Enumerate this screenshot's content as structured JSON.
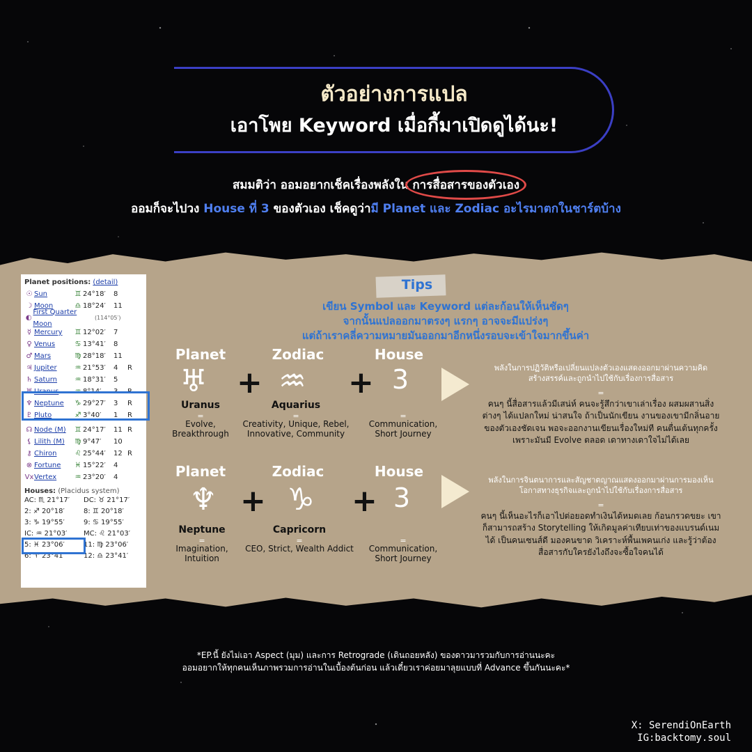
{
  "header": {
    "title_line1": "ตัวอย่างการแปล",
    "title_line2": "เอาโพย Keyword เมื่อกี้มาเปิดดูได้นะ!"
  },
  "intro": {
    "line1_a": "สมมติว่า ออมอยากเช็คเรื่องพลังใน ",
    "line1_circled": "การสื่อสารของตัวเอง",
    "line2_a": "ออมก็จะไปวง ",
    "line2_b": "House ที่ 3",
    "line2_c": " ของตัวเอง เช็คดูว่า",
    "line2_d": "มี Planet และ Zodiac อะไรมาตกในชาร์ตบ้าง"
  },
  "natal_chart": {
    "planets_title": "Planet positions:",
    "detail_link": "(detail)",
    "planets": [
      {
        "sym": "☉",
        "name": "Sun",
        "zs": "♊",
        "deg": "24°18′",
        "house": "8",
        "r": ""
      },
      {
        "sym": "☽",
        "name": "Moon",
        "zs": "♎",
        "deg": "18°24′",
        "house": "11",
        "r": ""
      },
      {
        "sym": "◐",
        "name": "First Quarter Moon",
        "zs": "",
        "deg": "(114°05′)",
        "house": "",
        "r": ""
      },
      {
        "sym": "☿",
        "name": "Mercury",
        "zs": "♊",
        "deg": "12°02′",
        "house": "7",
        "r": ""
      },
      {
        "sym": "♀",
        "name": "Venus",
        "zs": "♋",
        "deg": "13°41′",
        "house": "8",
        "r": ""
      },
      {
        "sym": "♂",
        "name": "Mars",
        "zs": "♍",
        "deg": "28°18′",
        "house": "11",
        "r": ""
      },
      {
        "sym": "♃",
        "name": "Jupiter",
        "zs": "♒",
        "deg": "21°53′",
        "house": "4",
        "r": "R"
      },
      {
        "sym": "♄",
        "name": "Saturn",
        "zs": "♒",
        "deg": "18°31′",
        "house": "5",
        "r": ""
      },
      {
        "sym": "♅",
        "name": "Uranus",
        "zs": "♒",
        "deg": "8°14′",
        "house": "3",
        "r": "R"
      },
      {
        "sym": "♆",
        "name": "Neptune",
        "zs": "♑",
        "deg": "29°27′",
        "house": "3",
        "r": "R"
      },
      {
        "sym": "♇",
        "name": "Pluto",
        "zs": "♐",
        "deg": "3°40′",
        "house": "1",
        "r": "R"
      },
      {
        "sym": "☊",
        "name": "Node (M)",
        "zs": "♊",
        "deg": "24°17′",
        "house": "11",
        "r": "R"
      },
      {
        "sym": "⚸",
        "name": "Lilith (M)",
        "zs": "♍",
        "deg": "9°47′",
        "house": "10",
        "r": ""
      },
      {
        "sym": "⚷",
        "name": "Chiron",
        "zs": "♌",
        "deg": "25°44′",
        "house": "12",
        "r": "R"
      },
      {
        "sym": "⊗",
        "name": "Fortune",
        "zs": "♓",
        "deg": "15°22′",
        "house": "4",
        "r": ""
      },
      {
        "sym": "Vx",
        "name": "Vertex",
        "zs": "♒",
        "deg": "23°20′",
        "house": "4",
        "r": ""
      }
    ],
    "houses_title": "Houses:",
    "houses_system": "(Placidus system)",
    "houses": [
      [
        "AC: ♏ 21°17′",
        "DC: ♉ 21°17′"
      ],
      [
        "2: ♐ 20°18′",
        "8: ♊ 20°18′"
      ],
      [
        "3: ♑ 19°55′",
        "9: ♋ 19°55′"
      ],
      [
        "IC: ♒ 21°03′",
        "MC: ♌ 21°03′"
      ],
      [
        "5: ♓ 23°06′",
        "11: ♍ 23°06′"
      ],
      [
        "6: ♈ 23°41′",
        "12: ♎ 23°41′"
      ]
    ]
  },
  "tips": {
    "label": "Tips",
    "line1": "เขียน Symbol และ Keyword แต่ละก้อนให้เห็นชัดๆ",
    "line2": "จากนั้นแปลออกมาตรงๆ แรกๆ อาจจะมีแปร่งๆ",
    "line3": "แต่ถ้าเราคลี่ความหมายมันออกมาอีกหนึ่งรอบจะเข้าใจมากขึ้นค่า"
  },
  "examples": [
    {
      "planet_label": "Planet",
      "zodiac_label": "Zodiac",
      "house_label": "House",
      "planet_symbol": "♅",
      "zodiac_symbol": "♒",
      "house_number": "3",
      "planet_name": "Uranus",
      "zodiac_name": "Aquarius",
      "eq": "=",
      "planet_kw": "Evolve,\nBreakthrough",
      "zodiac_kw": "Creativity, Unique, Rebel,\nInnovative, Community",
      "house_kw": "Communication,\nShort Journey",
      "meaning": "พลังในการปฏิวัติหรือเปลี่ยนแปลงตัวเองแสดงออกมาผ่านความคิดสร้างสรรค์และถูกนำไปใช้กับเรื่องการสื่อสาร",
      "story": "คนๆ นี้สื่อสารแล้วมีเสน่ห์ คนจะรู้สึกว่าเขาเล่าเรื่อง ผสมผสานสิ่งต่างๆ ได้แปลกใหม่ น่าสนใจ ถ้าเป็นนักเขียน งานของเขามีกลิ่นอายของตัวเองชัดเจน พอจะออกงานเขียนเรื่องใหม่ที คนตื่นเต้นทุกครั้งเพราะมันมี Evolve ตลอด เดาทางเดาใจไม่ได้เลย"
    },
    {
      "planet_label": "Planet",
      "zodiac_label": "Zodiac",
      "house_label": "House",
      "planet_symbol": "♆",
      "zodiac_symbol": "♑",
      "house_number": "3",
      "planet_name": "Neptune",
      "zodiac_name": "Capricorn",
      "eq": "=",
      "planet_kw": "Imagination,\nIntuition",
      "zodiac_kw": "CEO, Strict, Wealth Addict",
      "house_kw": "Communication,\nShort Journey",
      "meaning": "พลังในการจินตนาการและสัญชาตญาณแสดงออกมาผ่านการมองเห็นโอกาสทางธุรกิจและถูกนำไปใช้กับเรื่องการสื่อสาร",
      "story": "คนๆ นี้เห็นอะไรก็เอาไปต่อยอดทำเงินได้หมดเลย ก้อนกรวดขยะ เขาก็สามารถสร้าง Storytelling ให้เกิดมูลค่าเทียบเท่าของแบรนด์เนมได้ เป็นคนเซนส์ดี มองคนขาด วิเคราะห์พื้นเพคนเก่ง และรู้ว่าต้องสื่อสารกับใครยังไงถึงจะซื้อใจคนได้"
    }
  ],
  "footnote": {
    "line1": "*EP.นี้ ยังไม่เอา Aspect (มุม) และการ Retrograde (เดินถอยหลัง) ของดาวมารวมกับการอ่านนะคะ",
    "line2": "ออมอยากให้ทุกคนเห็นภาพรวมการอ่านในเบื้องต้นก่อน แล้วเดี๋ยวเราค่อยมาลุยแบบที่ Advance ขึ้นกันนะคะ*"
  },
  "credits": {
    "x": "X: SerendiOnEarth",
    "ig": "IG:backtomy.soul"
  }
}
